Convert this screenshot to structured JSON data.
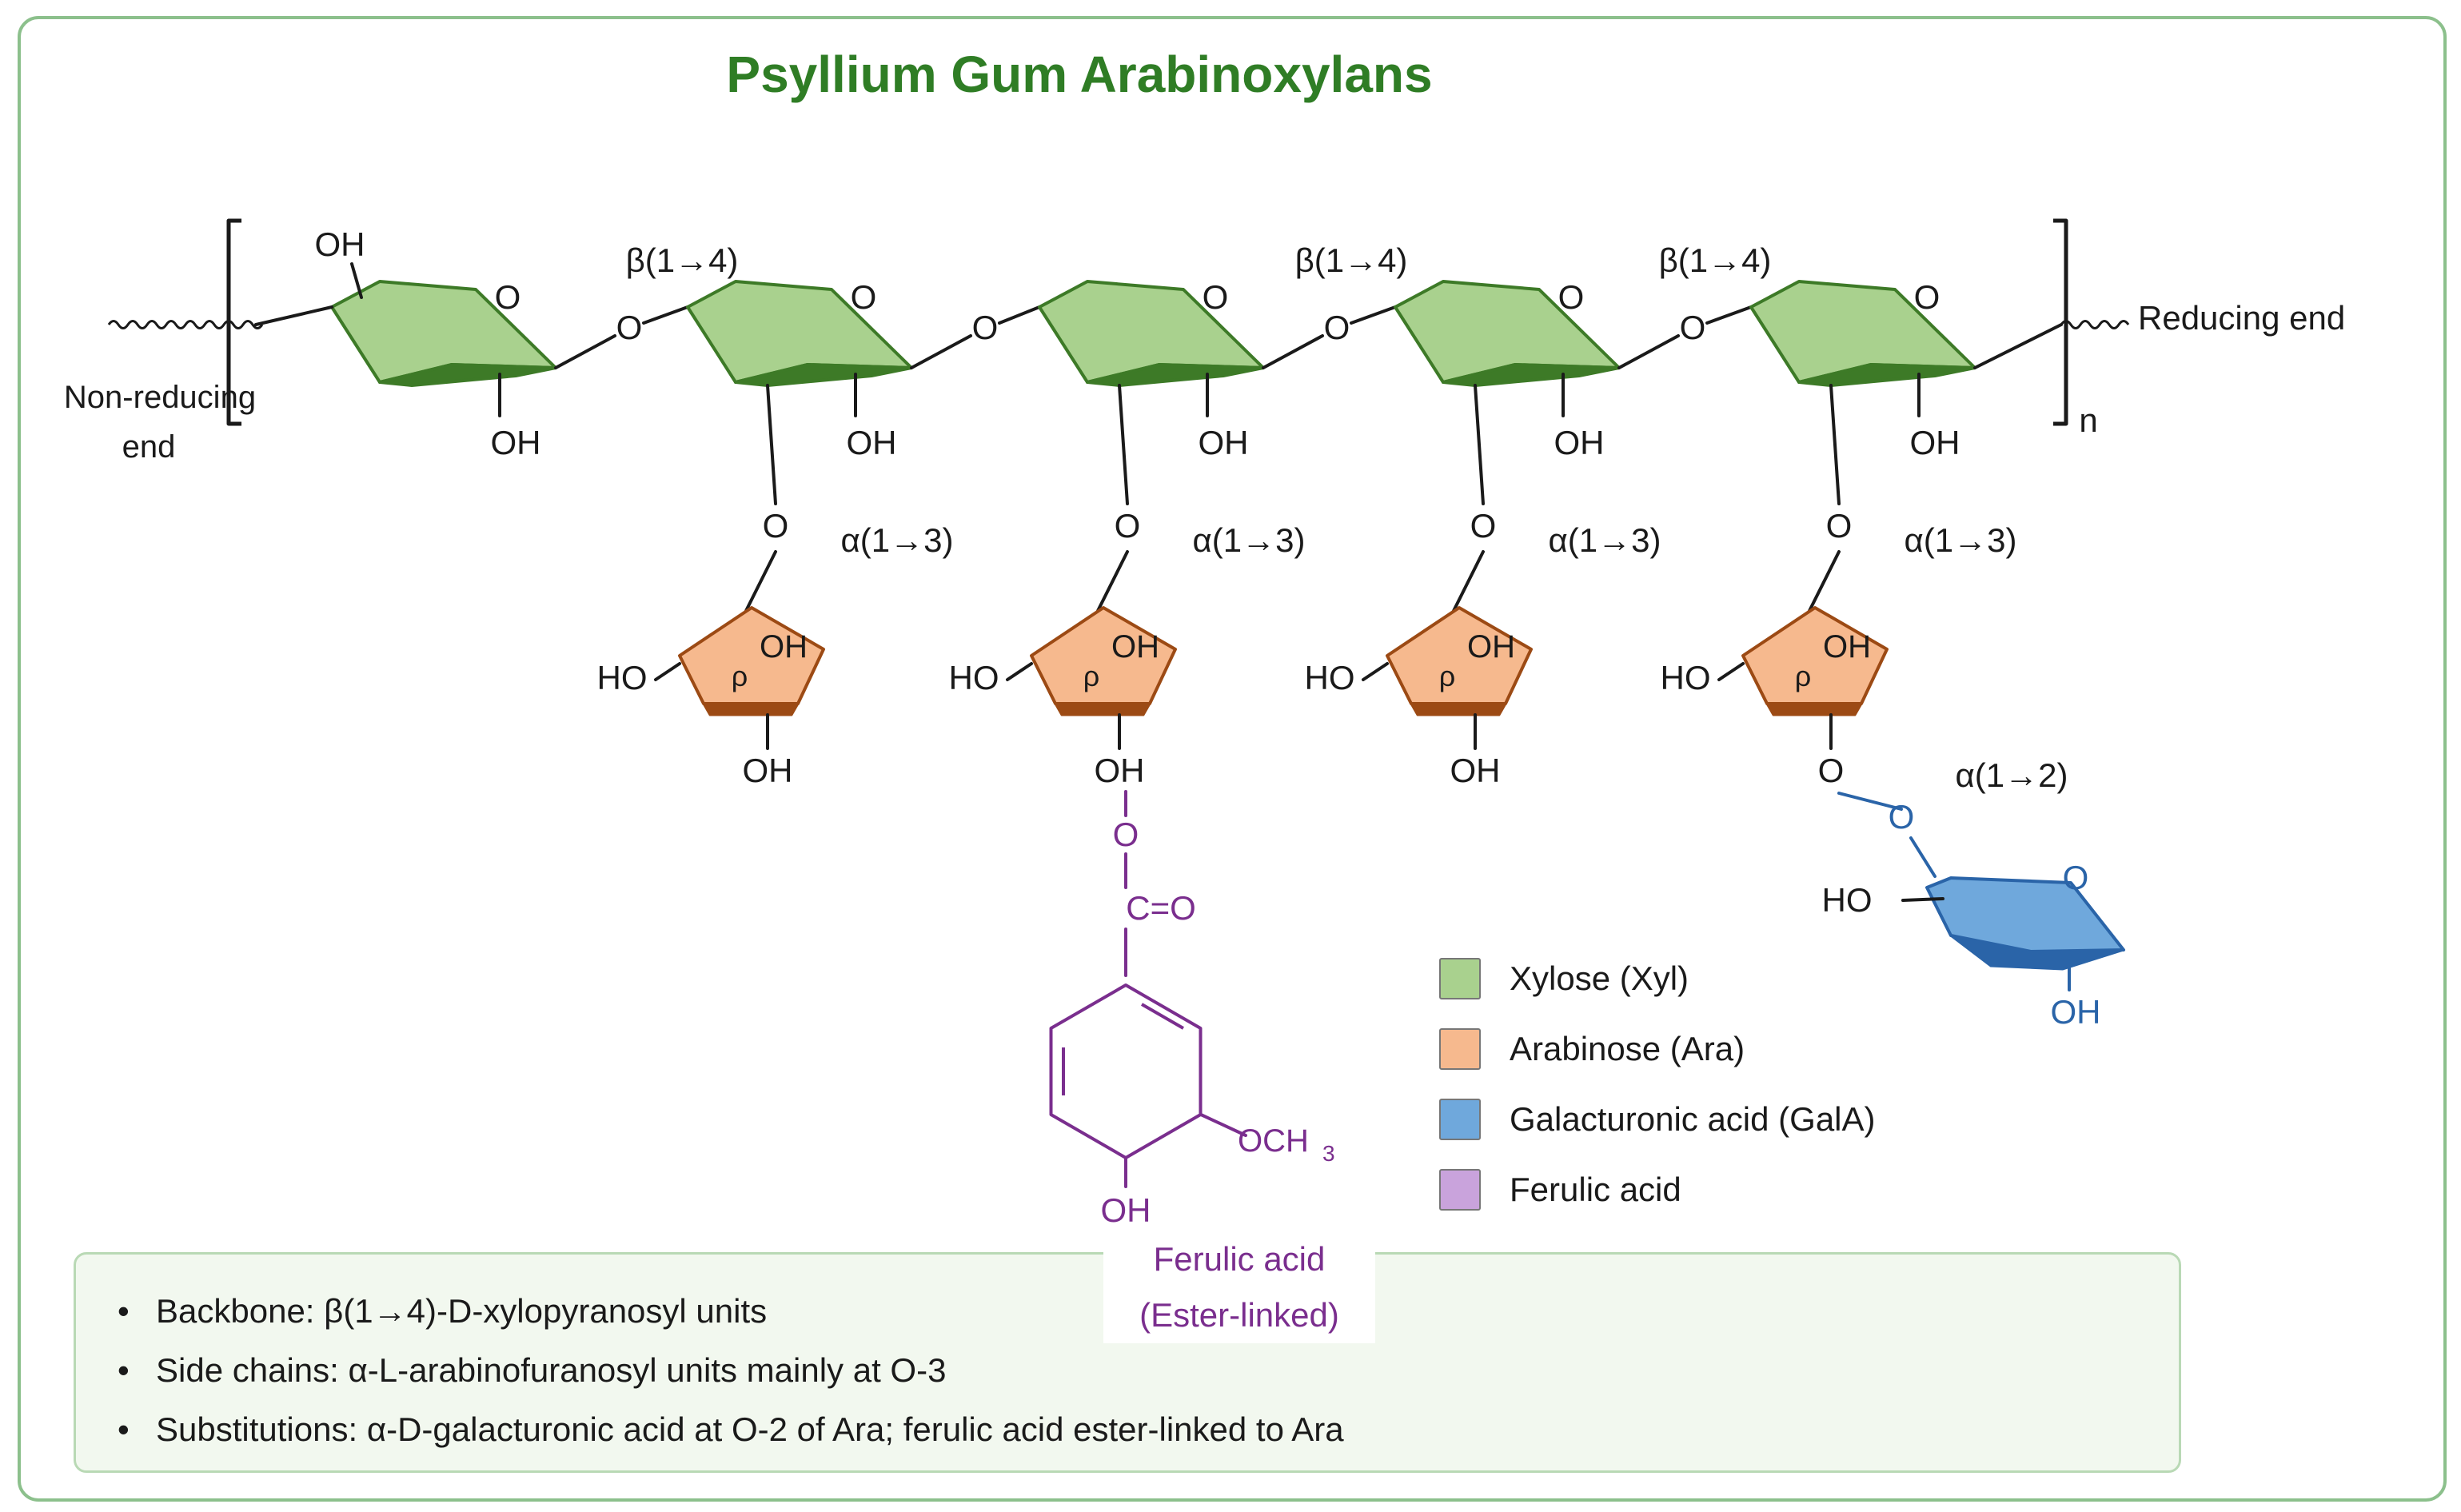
{
  "title": "Psyllium Gum Arabinoxylans",
  "ends": {
    "non_reducing_1": "Non-reducing",
    "non_reducing_2": "end",
    "reducing": "Reducing end",
    "repeat": "n"
  },
  "linkages": {
    "backbone": "β(1→4)",
    "side": "α(1→3)",
    "gala": "α(1→2)"
  },
  "atoms": {
    "o": "O",
    "oh": "OH",
    "ho": "HO",
    "rho": "ρ",
    "c_eq_o": "C=O",
    "och3": "OCH3",
    "och3_base": "OCH",
    "och3_sub": "3"
  },
  "legend": [
    {
      "label": "Xylose (Xyl)",
      "color": "#a9d18e"
    },
    {
      "label": "Arabinose (Ara)",
      "color": "#f6b98e"
    },
    {
      "label": "Galacturonic acid (GalA)",
      "color": "#6fa8dc"
    },
    {
      "label": "Ferulic acid",
      "color": "#c9a3dc"
    }
  ],
  "ferulic_caption": {
    "line1": "Ferulic acid",
    "line2": "(Ester-linked)"
  },
  "notes": [
    {
      "label": "Backbone:",
      "text": "β(1→4)-D-xylopyranosyl units"
    },
    {
      "label": "Side chains:",
      "text": "α-L-arabinofuranosyl units mainly at O-3"
    },
    {
      "label": "Substitutions:",
      "text": "α-D-galacturonic acid at O-2 of Ara; ferulic acid ester-linked to Ara"
    }
  ],
  "colors": {
    "xylose_fill": "#a9d18e",
    "xylose_dark": "#3d7a27",
    "arabinose_fill": "#f6b98e",
    "arabinose_dark": "#9c4a14",
    "gala_fill": "#6fa8dc",
    "gala_dark": "#2a64a8",
    "ferulic": "#7a2e8e",
    "title": "#2f7d25"
  }
}
